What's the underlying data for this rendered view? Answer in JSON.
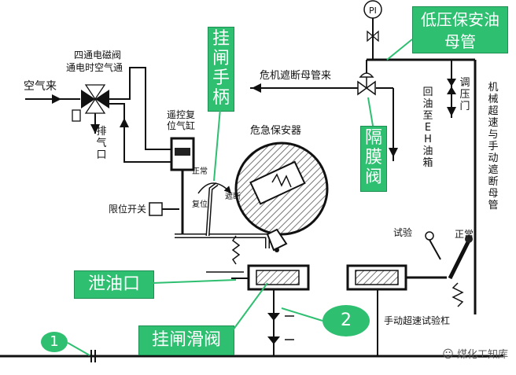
{
  "colors": {
    "line": "#111111",
    "callout_fill": "#2fbf71",
    "callout_text": "#ffffff",
    "hatch": "#888888"
  },
  "labels": {
    "gauge": "PI",
    "four_way_valve": "四通电磁阀",
    "energized_air": "通电时空气通",
    "air_in": "空气来",
    "exhaust": "排气口",
    "remote_reset_cylinder_line1": "遥控复",
    "remote_reset_cylinder_line2": "位气缸",
    "trip_header_in": "危机遮断母管来",
    "return_oil": "回油至EH油箱",
    "adjust_valve": "调压门",
    "emergency_governor": "危急保安器",
    "limit_switch": "限位开关",
    "normal_top": "正常",
    "reset": "复位",
    "trip": "遮断",
    "test": "试验",
    "normal_right": "正常",
    "overspeed_test_lever": "手动超速试验杠",
    "manual_trip_header": "机械超速与手动遮断母管"
  },
  "callouts": {
    "low_pressure_header": "低压保安油母管",
    "trip_handle": "挂闸手柄",
    "diaphragm_valve": "隔膜阀",
    "drain_port": "泄油口",
    "latch_slide_valve": "挂闸滑阀",
    "marker_1": "1",
    "marker_2": "2"
  },
  "icons": [
    "pressure-gauge-icon",
    "four-way-solenoid-valve-icon",
    "diaphragm-valve-icon",
    "check-valve-icon",
    "wechat-icon"
  ],
  "watermark": "煤化工知库"
}
